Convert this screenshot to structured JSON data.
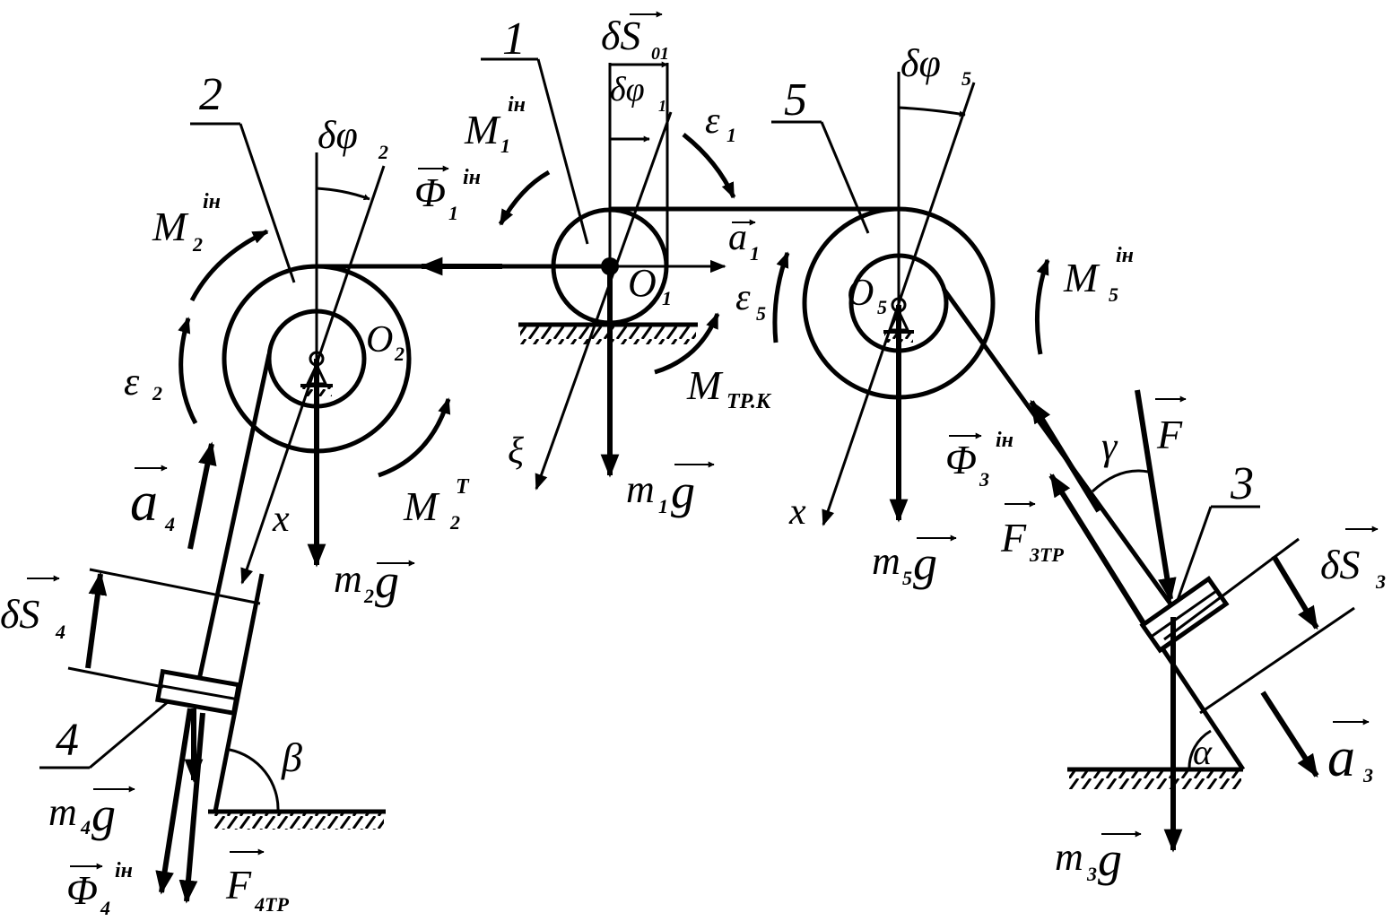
{
  "labels": {
    "body1": "1",
    "body2": "2",
    "body3": "3",
    "body4": "4",
    "body5": "5",
    "dS01_main": "δS",
    "dS01_sub": "01",
    "dphi1_main": "δφ",
    "dphi1_sub": "1",
    "dphi2_main": "δφ",
    "dphi2_sub": "2",
    "dphi5_main": "δφ",
    "dphi5_sub": "5",
    "M1in_main": "M",
    "M1in_sub": "1",
    "M1in_sup": "ін",
    "Phi1in_main": "Φ",
    "Phi1in_sub": "1",
    "Phi1in_sup": "ін",
    "eps1_main": "ε",
    "eps1_sub": "1",
    "a1_main": "a",
    "a1_sub": "1",
    "O1_main": "O",
    "O1_sub": "1",
    "eps5_main": "ε",
    "eps5_sub": "5",
    "Mtrk_main": "M",
    "Mtrk_sub": "ТР.К",
    "M2in_main": "M",
    "M2in_sub": "2",
    "M2in_sup": "ін",
    "eps2_main": "ε",
    "eps2_sub": "2",
    "O2_main": "O",
    "O2_sub": "2",
    "M2T_main": "M",
    "M2T_sub": "2",
    "M2T_sup": "Т",
    "a4_main": "a",
    "a4_sub": "4",
    "x_left": "x",
    "m2g_main": "m",
    "m2g_sub": "2",
    "m2g_g": "g",
    "xi": "ξ",
    "m1g_main": "m",
    "m1g_sub": "1",
    "m1g_g": "g",
    "O5_main": "O",
    "O5_sub": "5",
    "M5in_main": "M",
    "M5in_sub": "5",
    "M5in_sup": "ін",
    "Phi3in_main": "Φ",
    "Phi3in_sub": "3",
    "Phi3in_sup": "ін",
    "gamma": "γ",
    "F_main": "F",
    "x_right": "x",
    "m5g_main": "m",
    "m5g_sub": "5",
    "m5g_g": "g",
    "F3tr_main": "F",
    "F3tr_sub": "3ТР",
    "dS3_main": "δS",
    "dS3_sub": "3",
    "dS4_main": "δS",
    "dS4_sub": "4",
    "beta": "β",
    "alpha": "α",
    "a3_main": "a",
    "a3_sub": "3",
    "m4g_main": "m",
    "m4g_sub": "4",
    "m4g_g": "g",
    "Phi4in_main": "Φ",
    "Phi4in_sub": "4",
    "Phi4in_sup": "ін",
    "F4tr_main": "F",
    "F4tr_sub": "4ТР",
    "m3g_main": "m",
    "m3g_sub": "3",
    "m3g_g": "g"
  }
}
